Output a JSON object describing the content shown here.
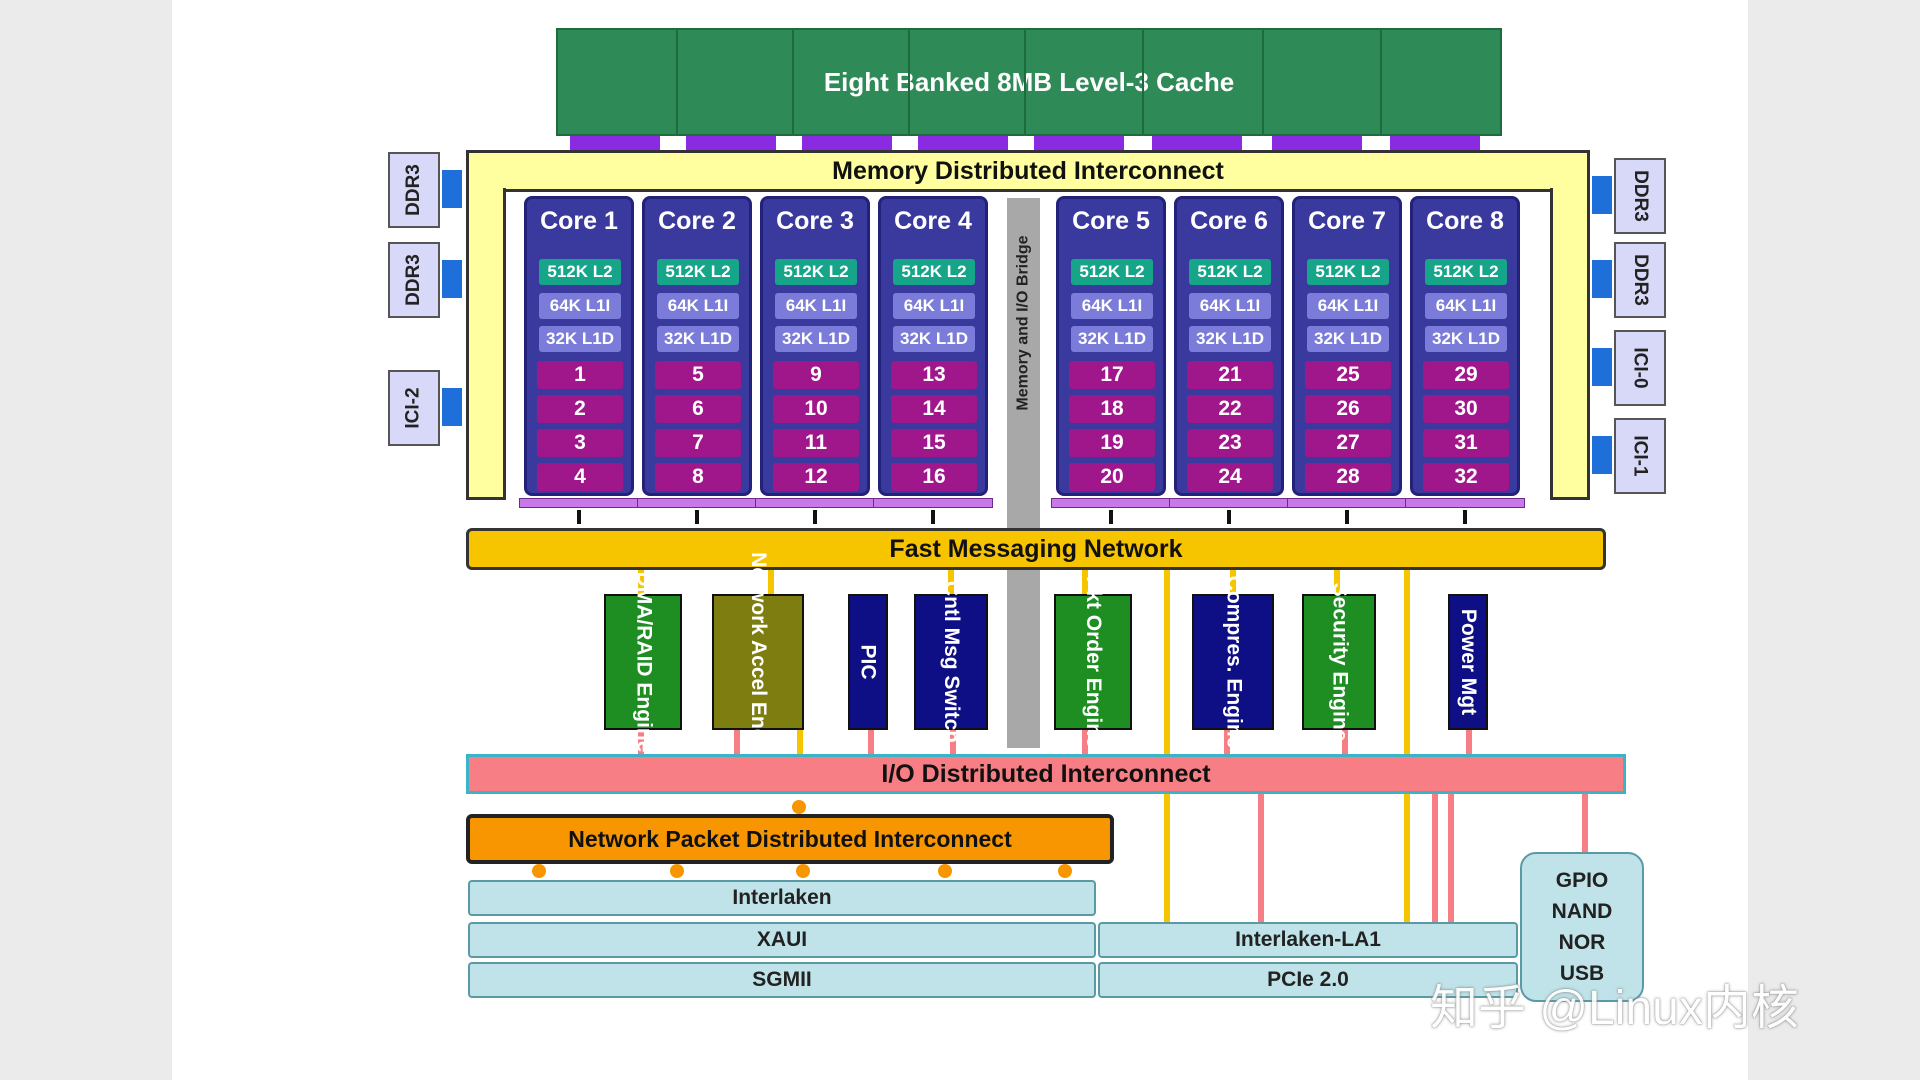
{
  "diagram": {
    "l3_cache": "Eight Banked 8MB Level-3 Cache",
    "memory_interconnect": "Memory Distributed Interconnect",
    "bridge": "Memory and I/O Bridge",
    "fast_messaging": "Fast Messaging Network",
    "io_interconnect": "I/O Distributed Interconnect",
    "network_packet_interconnect": "Network Packet Distributed Interconnect",
    "cores": [
      {
        "name": "Core 1",
        "l2": "512K L2",
        "l1i": "64K L1I",
        "l1d": "32K L1D",
        "threads": [
          "1",
          "2",
          "3",
          "4"
        ]
      },
      {
        "name": "Core 2",
        "l2": "512K L2",
        "l1i": "64K L1I",
        "l1d": "32K L1D",
        "threads": [
          "5",
          "6",
          "7",
          "8"
        ]
      },
      {
        "name": "Core 3",
        "l2": "512K L2",
        "l1i": "64K L1I",
        "l1d": "32K L1D",
        "threads": [
          "9",
          "10",
          "11",
          "12"
        ]
      },
      {
        "name": "Core 4",
        "l2": "512K L2",
        "l1i": "64K L1I",
        "l1d": "32K L1D",
        "threads": [
          "13",
          "14",
          "15",
          "16"
        ]
      },
      {
        "name": "Core 5",
        "l2": "512K L2",
        "l1i": "64K L1I",
        "l1d": "32K L1D",
        "threads": [
          "17",
          "18",
          "19",
          "20"
        ]
      },
      {
        "name": "Core 6",
        "l2": "512K L2",
        "l1i": "64K L1I",
        "l1d": "32K L1D",
        "threads": [
          "21",
          "22",
          "23",
          "24"
        ]
      },
      {
        "name": "Core 7",
        "l2": "512K L2",
        "l1i": "64K L1I",
        "l1d": "32K L1D",
        "threads": [
          "25",
          "26",
          "27",
          "28"
        ]
      },
      {
        "name": "Core 8",
        "l2": "512K L2",
        "l1i": "64K L1I",
        "l1d": "32K L1D",
        "threads": [
          "29",
          "30",
          "31",
          "32"
        ]
      }
    ],
    "left_ports": [
      "DDR3",
      "DDR3",
      "ICI-2"
    ],
    "right_ports": [
      "DDR3",
      "DDR3",
      "ICI-0",
      "ICI-1"
    ],
    "engines": [
      {
        "label": "DMA/RAID Engine",
        "color": "#1e8e22"
      },
      {
        "label": "Network Accel Engine",
        "color": "#7d7d10"
      },
      {
        "label": "PIC",
        "color": "#0f0f85"
      },
      {
        "label": "Cntl Msg Switch",
        "color": "#0f0f85"
      },
      {
        "label": "Pkt Order Engine",
        "color": "#1e8e22"
      },
      {
        "label": "Compres. Engine",
        "color": "#0f0f85"
      },
      {
        "label": "Security Engine",
        "color": "#1e8e22"
      },
      {
        "label": "Power Mgt",
        "color": "#0f0f85"
      }
    ],
    "io_ports": {
      "interlaken": "Interlaken",
      "xaui": "XAUI",
      "sgmii": "SGMII",
      "interlaken_la1": "Interlaken-LA1",
      "pcie": "PCIe 2.0",
      "gpio": [
        "GPIO",
        "NAND",
        "NOR",
        "USB"
      ]
    }
  },
  "watermark": "知乎 @Linux内核"
}
